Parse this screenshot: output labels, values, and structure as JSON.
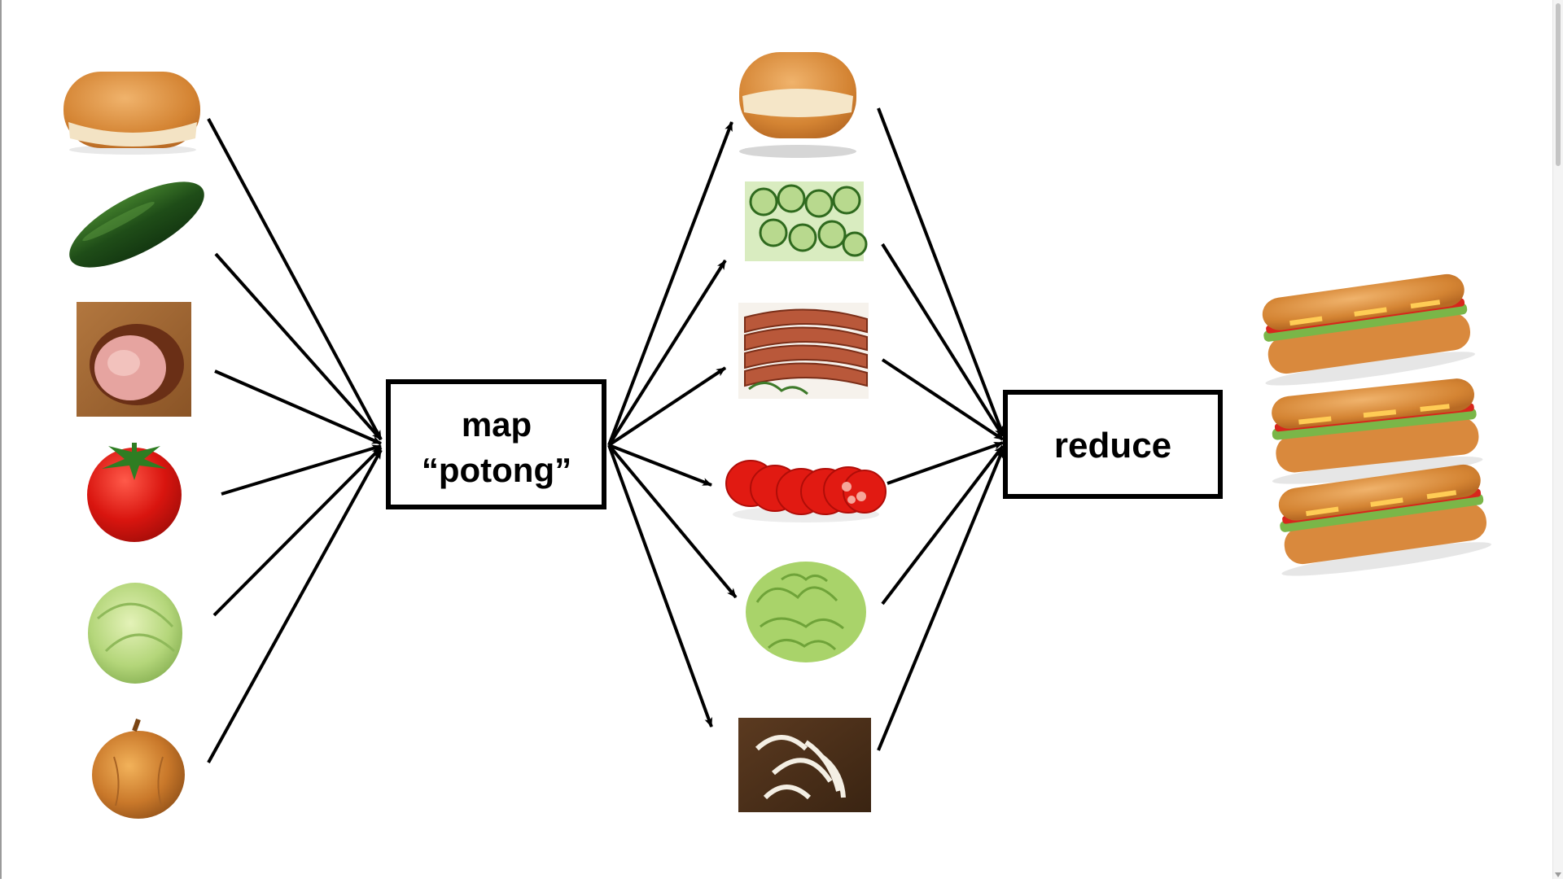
{
  "diagram": {
    "map_box": {
      "line1": "map",
      "line2": "“potong”"
    },
    "reduce_box": {
      "label": "reduce"
    },
    "inputs": [
      "hot-dog-bun",
      "cucumber",
      "ham",
      "tomato",
      "cabbage",
      "onion"
    ],
    "mapped": [
      "split-bun",
      "cucumber-slices",
      "ham-slices",
      "tomato-slices",
      "shredded-lettuce",
      "onion-slices"
    ],
    "outputs": [
      "sub-sandwich",
      "sub-sandwich",
      "sub-sandwich"
    ]
  }
}
